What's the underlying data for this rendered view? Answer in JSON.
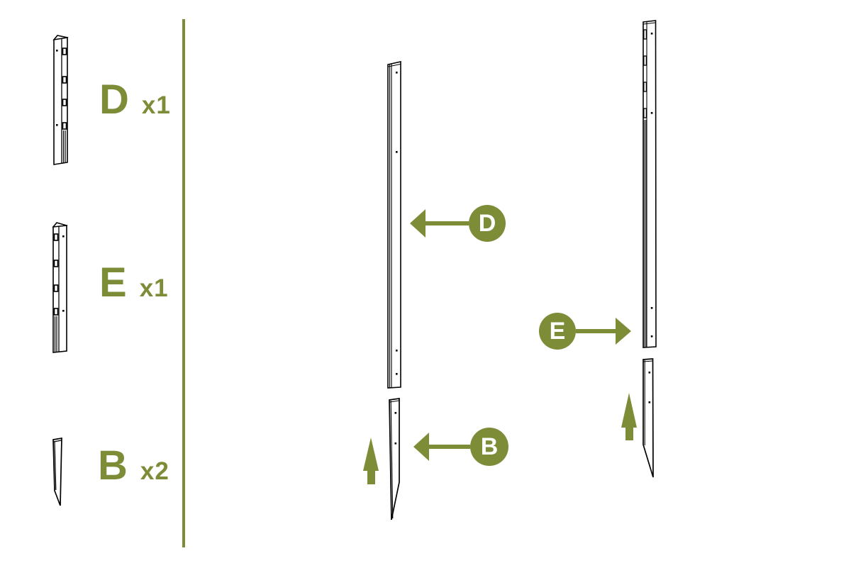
{
  "colors": {
    "accent": "#7D8C37",
    "outline": "#000000",
    "callout_letter": "#FFFFFF"
  },
  "parts_legend": {
    "items": [
      {
        "letter": "D",
        "count": "x1"
      },
      {
        "letter": "E",
        "count": "x1"
      },
      {
        "letter": "B",
        "count": "x2"
      }
    ]
  },
  "assembly": {
    "callouts": {
      "d": {
        "letter": "D",
        "direction": "left"
      },
      "b": {
        "letter": "B",
        "direction": "left"
      },
      "e": {
        "letter": "E",
        "direction": "right"
      }
    }
  }
}
